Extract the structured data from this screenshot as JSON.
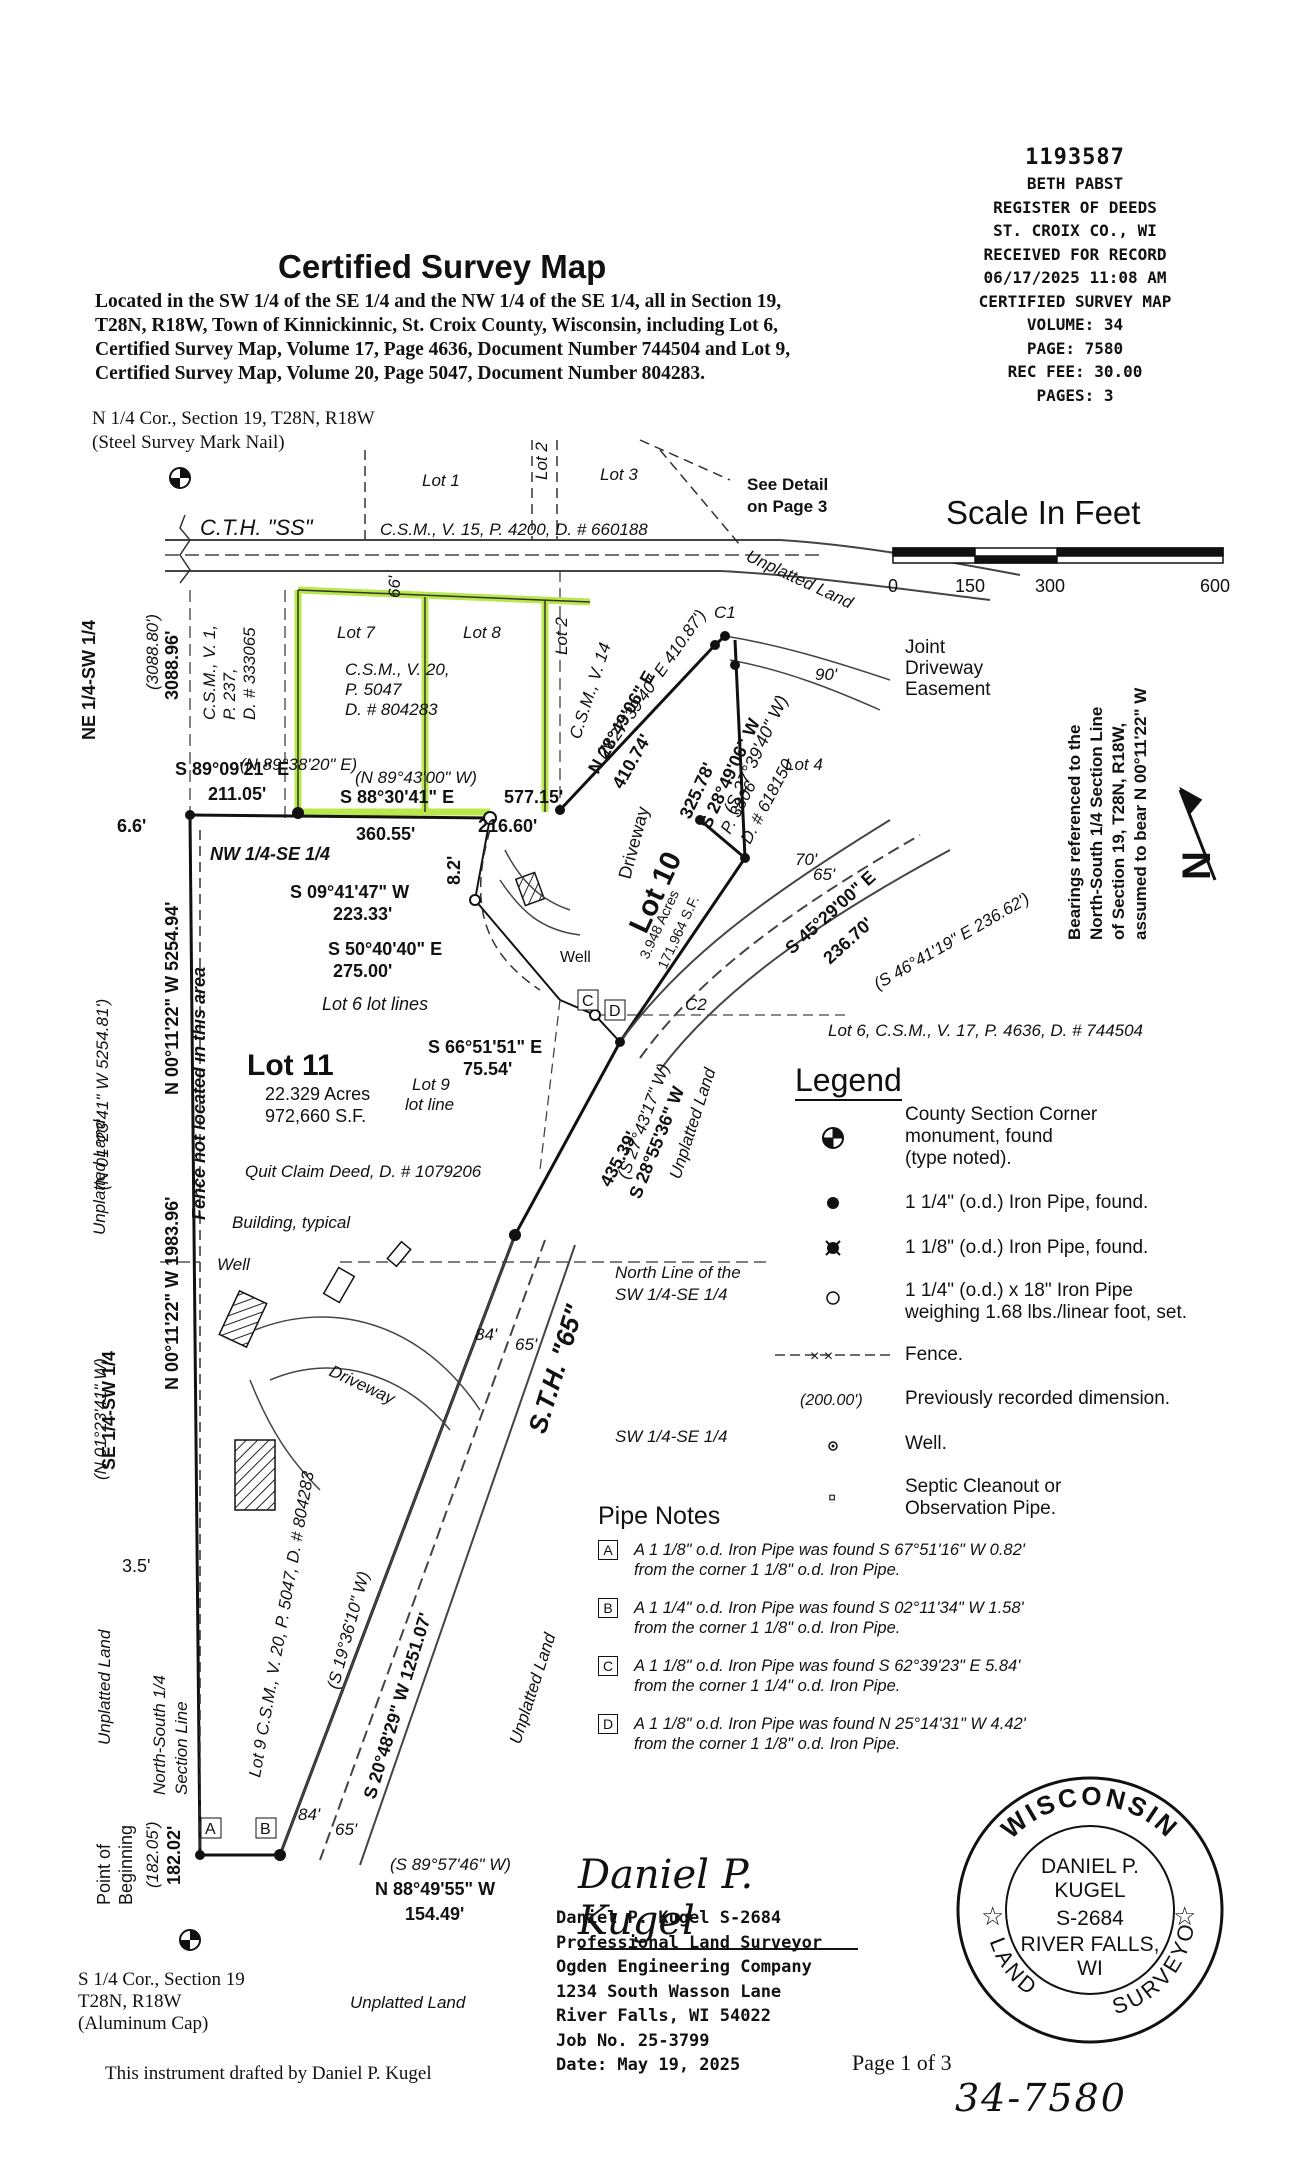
{
  "recording": {
    "doc_number": "1193587",
    "lines": [
      "BETH PABST",
      "REGISTER OF DEEDS",
      "ST. CROIX CO., WI",
      "RECEIVED FOR RECORD",
      "06/17/2025 11:08 AM",
      "CERTIFIED SURVEY MAP",
      "VOLUME: 34",
      "PAGE: 7580",
      "REC FEE: 30.00",
      "PAGES: 3"
    ]
  },
  "title": "Certified Survey Map",
  "description": "Located in the SW 1/4 of the SE 1/4 and the NW 1/4 of the SE 1/4, all in Section 19, T28N, R18W, Town of Kinnickinnic, St. Croix County, Wisconsin, including Lot 6, Certified Survey Map, Volume 17, Page 4636, Document Number 744504 and Lot 9, Certified Survey Map, Volume 20, Page 5047, Document Number 804283.",
  "map_labels": {
    "n_corner": [
      "N 1/4 Cor., Section 19, T28N, R18W",
      "(Steel Survey Mark Nail)"
    ],
    "s_corner": [
      "S 1/4 Cor., Section 19",
      "T28N, R18W",
      "(Aluminum Cap)"
    ],
    "cth_ss": "C.T.H. \"SS\"",
    "csm_15": "C.S.M., V. 15, P. 4200, D. # 660188",
    "lot1": "Lot 1",
    "lot2_top": "Lot 2",
    "lot3": "Lot 3",
    "see_detail": [
      "See Detail",
      "on Page 3"
    ],
    "unplatted_land_ne": "Unplatted Land",
    "c1": "C1",
    "c2": "C2",
    "joint_driveway": [
      "Joint",
      "Driveway",
      "Easement"
    ],
    "lot7": "Lot 7",
    "lot8": "Lot 8",
    "lot2_mid": "Lot 2",
    "csm_20": [
      "C.S.M., V. 20,",
      "P. 5047",
      "D. # 804283"
    ],
    "csm_14": "C.S.M., V. 14",
    "csm_1": "C.S.M., V. 1,",
    "csm_1b": "P. 237,",
    "csm_1c": "D. # 333065",
    "bearing_27_39": "(N 27°39'40\" E 410.87')",
    "n28_49_06": "N 28°49'06\" E",
    "d410_74": "410.74'",
    "b325_78": "325.78'",
    "s28_49_06": "S 28°49'06\" W",
    "s27_39_40": "(S 27°39'40\" W)",
    "lot4": "Lot 4",
    "p3806": "P. 3806",
    "d618150": "D. # 618150",
    "d90": "90'",
    "d70": "70'",
    "d65a": "65'",
    "d66": "66'",
    "ne_sw": "NE 1/4-SW 1/4",
    "d3088_80": "(3088.80')",
    "d3088_96": "3088.96'",
    "n89_38_20": "(N 89°38'20\" E)",
    "s89_09_21": "S 89°09'21\" E",
    "d211_05": "211.05'",
    "n89_43_00": "(N 89°43'00\" W)",
    "s88_30_41": "S 88°30'41\" E",
    "d577_15": "577.15'",
    "d6_6": "6.6'",
    "nw_se": "NW 1/4-SE 1/4",
    "d360_55": "360.55'",
    "d216_60": "216.60'",
    "d8_2": "8.2'",
    "s09_41_47": "S 09°41'47\" W",
    "d223_33": "223.33'",
    "s50_40_40": "S 50°40'40\" E",
    "d275_00": "275.00'",
    "driveway_n": "Driveway",
    "well_n": "Well",
    "lot10": "Lot 10",
    "lot10_area": [
      "3.948 Acres",
      "171,964 S.F."
    ],
    "s45_29_00": "S 45°29'00\" E",
    "d236_70": "236.70'",
    "s46_41_19": "(S 46°41'19\" E 236.62')",
    "lot6_lines": "Lot 6 lot lines",
    "s66_51_51": "S 66°51'51\" E",
    "d75_54": "75.54'",
    "lot6_csm": "Lot 6, C.S.M., V. 17, P. 4636, D. # 744504",
    "lot11": "Lot 11",
    "lot11_area": [
      "22.329 Acres",
      "972,660 S.F."
    ],
    "lot9_line": [
      "Lot 9",
      "lot line"
    ],
    "n01_23_41_top": "(N 01°23'41\" W 5254.81')",
    "n00_11_22_top": "N 00°11'22\" W 5254.94'",
    "fence_note": "Fence not located in this area",
    "unplatted_w": "Unplatted Land",
    "quit_claim": "Quit Claim Deed, D. # 1079206",
    "d435_39": "435.39'",
    "s28_55_36": "S 28°55'36\" W",
    "s27_43_17": "(S 27°43'17\" W)",
    "unplatted_e1": "Unplatted Land",
    "building": "Building, typical",
    "well_s": "Well",
    "n01_23_41_b": "(N 01°23'41\" W)",
    "n00_11_22_b": "N 00°11'22\" W 1983.96'",
    "north_line": [
      "North Line of the",
      "SW 1/4-SE 1/4"
    ],
    "se_sw": "SE 1/4-SW 1/4",
    "driveway_s": "Driveway",
    "d84a": "84'",
    "d65b": "65'",
    "sth65": "S.T.H. \"65\"",
    "sw_se": "SW 1/4-SE 1/4",
    "d3_5": "3.5'",
    "csm_20_lot9": "Lot 9   C.S.M., V. 20, P. 5047, D. # 804283",
    "s19_36_10": "(S 19°36'10\" W)",
    "s20_48_29": "S 20°48'29\" W 1251.07'",
    "unplatted_e2": "Unplatted Land",
    "unplatted_sw": "Unplatted Land",
    "ns_line": [
      "North-South 1/4",
      "Section Line"
    ],
    "pob": [
      "Point of",
      "Beginning"
    ],
    "d182_05": "(182.05')",
    "d182_02": "182.02'",
    "pipe_a": "A",
    "pipe_b": "B",
    "pipe_c": "C",
    "pipe_d": "D",
    "d84b": "84'",
    "d65c": "65'",
    "s89_57_46": "(S 89°57'46\" W)",
    "n88_49_55": "N 88°49'55\" W",
    "d154_49": "154.49'",
    "unplatted_s": "Unplatted Land"
  },
  "scale": {
    "title": "Scale In Feet",
    "ticks": [
      "0",
      "150",
      "300",
      "600"
    ]
  },
  "bearings_note": [
    "Bearings referenced to the",
    "North-South 1/4 Section Line",
    "of Section 19, T28N, R18W,",
    "assumed to bear N 00°11'22\" W"
  ],
  "legend": {
    "title": "Legend",
    "items": [
      {
        "symbol": "monument",
        "text": [
          "County Section Corner",
          "monument, found",
          "(type noted)."
        ]
      },
      {
        "symbol": "pipe-1-1-4",
        "text": [
          "1 1/4\" (o.d.) Iron Pipe, found."
        ]
      },
      {
        "symbol": "pipe-1-1-8",
        "text": [
          "1 1/8\" (o.d.) Iron Pipe, found."
        ]
      },
      {
        "symbol": "pipe-set",
        "text": [
          "1 1/4\" (o.d.) x 18\" Iron Pipe",
          "weighing 1.68 lbs./linear foot, set."
        ]
      },
      {
        "symbol": "fence",
        "text": [
          "Fence."
        ]
      },
      {
        "symbol": "(200.00')",
        "text": [
          "Previously recorded dimension."
        ]
      },
      {
        "symbol": "well",
        "text": [
          "Well."
        ]
      },
      {
        "symbol": "septic",
        "text": [
          "Septic Cleanout or",
          "Observation Pipe."
        ]
      }
    ]
  },
  "pipe_notes": {
    "title": "Pipe Notes",
    "items": [
      {
        "key": "A",
        "text": [
          "A 1 1/8\" o.d. Iron Pipe was found S 67°51'16\" W  0.82'",
          "from the corner 1 1/8\" o.d. Iron Pipe."
        ]
      },
      {
        "key": "B",
        "text": [
          "A 1 1/4\" o.d. Iron Pipe was found S 02°11'34\" W  1.58'",
          "from the corner 1 1/8\" o.d. Iron Pipe."
        ]
      },
      {
        "key": "C",
        "text": [
          "A 1 1/8\" o.d. Iron Pipe was found S 62°39'23\" E  5.84'",
          "from the corner 1 1/4\" o.d. Iron Pipe."
        ]
      },
      {
        "key": "D",
        "text": [
          "A 1 1/8\" o.d. Iron Pipe was found N 25°14'31\" W  4.42'",
          "from the corner 1 1/8\" o.d. Iron Pipe."
        ]
      }
    ]
  },
  "surveyor": {
    "signature": "Daniel P. Kugel",
    "lines": [
      "Daniel P. Kugel    S-2684",
      "Professional Land Surveyor",
      "Ogden Engineering Company",
      "1234 South Wasson Lane",
      "River Falls, WI 54022",
      "Job No. 25-3799",
      "Date: May 19, 2025"
    ]
  },
  "seal": {
    "top": "WISCONSIN",
    "name": [
      "DANIEL P.",
      "KUGEL"
    ],
    "number": "S-2684",
    "city": [
      "RIVER FALLS,",
      "WI"
    ],
    "bottom_left": "LAND",
    "bottom_right": "SURVEYOR"
  },
  "drafted": "This instrument drafted by Daniel P. Kugel",
  "page": "Page 1 of 3",
  "handwritten": "34-7580"
}
